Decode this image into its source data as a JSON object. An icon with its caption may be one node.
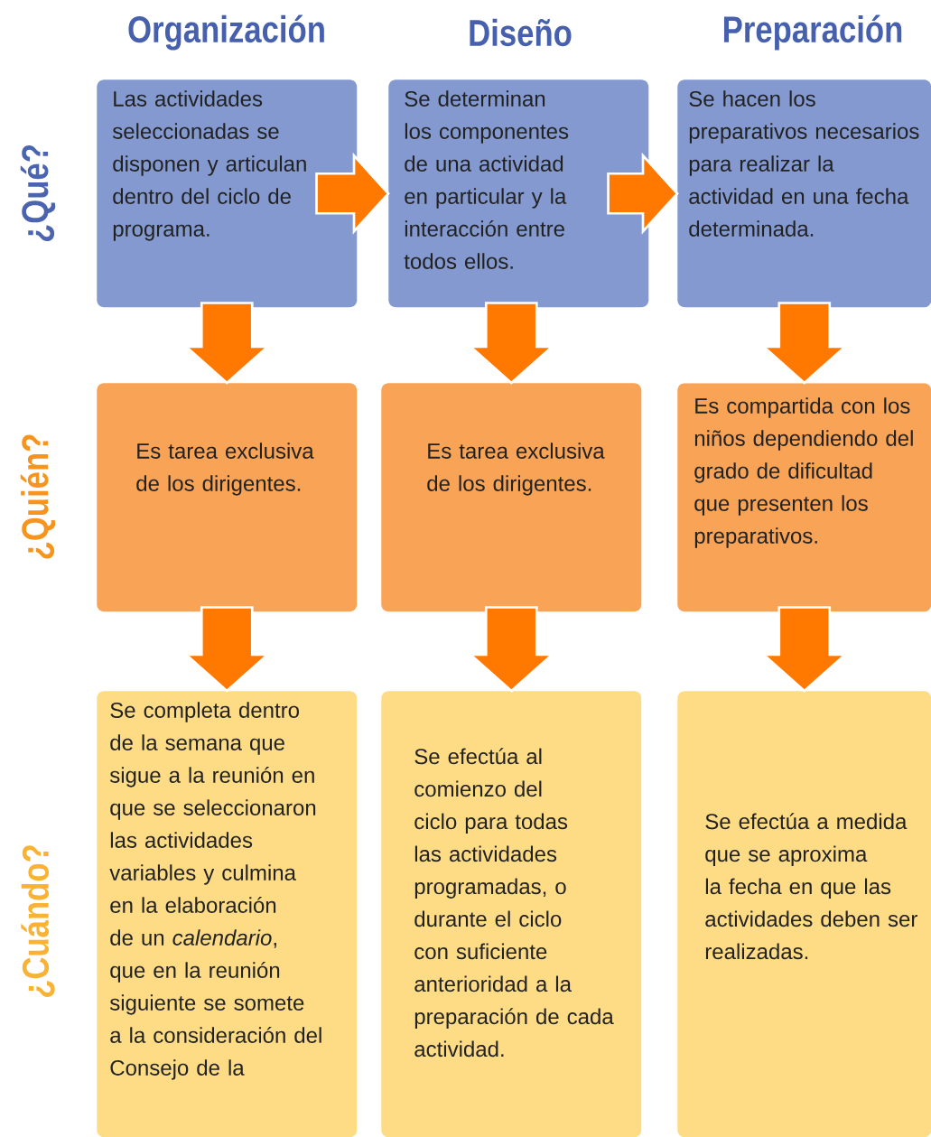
{
  "diagram": {
    "nodes": [
      {
        "text": [
          "Las actividades seleccionadas se disponen y articulan dentro del ciclo de programa."
        ]
      },
      {
        "text": [
          "Se determinan los componentes de una actividad en particular y la interacción entre todos ellos."
        ]
      },
      {
        "text": [
          "Se hacen los preparativos necesarios para realizar la actividad en una fecha determinada."
        ]
      },
      {
        "text": [
          "Es tarea exclusiva de los dirigentes."
        ]
      },
      {
        "text": [
          "Es tarea exclusiva de los dirigentes."
        ]
      },
      {
        "text": [
          "Es compartida con los niños dependiendo del grado de dificultad que presenten los preparativos."
        ]
      },
      {
        "text": [
          "Se completa dentro de la semana que sigue a la reunión en que se seleccionaron las actividades variables y culmina en la elaboración de un *calendario*, que en la reunión siguiente se somete a la consideración del Consejo de la"
        ]
      },
      {
        "text": [
          "Se efectúa al comienzo del ciclo para todas las actividades programadas, o durante el ciclo con suficiente anterioridad a la preparación de cada actividad."
        ]
      },
      {
        "text": [
          "Se efectúa a medida que se aproxima la fecha en que las actividades deben ser realizadas."
        ]
      }
    ],
    "edges": [
      {
        "from": 0,
        "to": 1,
        "arrow": "to"
      },
      {
        "from": 1,
        "to": 2,
        "arrow": "to"
      },
      {
        "from": 0,
        "to": 3,
        "arrow": "to"
      },
      {
        "from": 3,
        "to": 6,
        "arrow": "to"
      },
      {
        "from": 1,
        "to": 4,
        "arrow": "to"
      },
      {
        "from": 4,
        "to": 7,
        "arrow": "to"
      },
      {
        "from": 2,
        "to": 5,
        "arrow": "to"
      },
      {
        "from": 5,
        "to": 8,
        "arrow": "to"
      }
    ],
    "labels": [
      "Organización",
      "Diseño",
      "Preparación",
      "¿Qué?",
      "¿Quién?",
      "¿Cuándo?"
    ]
  }
}
